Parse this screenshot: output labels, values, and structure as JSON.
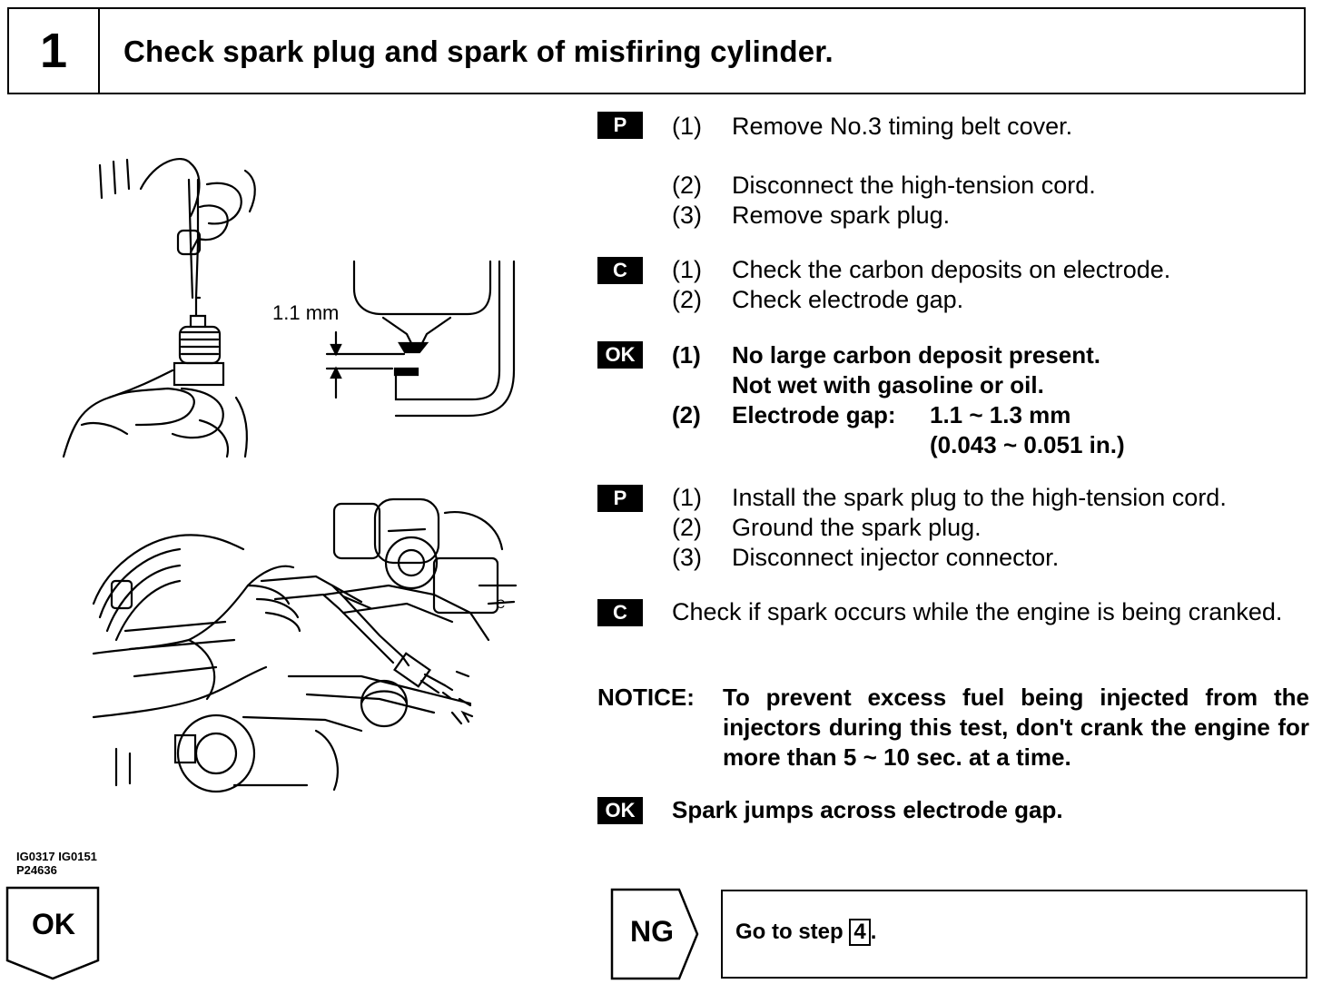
{
  "header": {
    "step_number": "1",
    "title": "Check spark plug and spark of misfiring cylinder."
  },
  "sections": {
    "p1": {
      "badge": "P",
      "items": [
        {
          "n": "(1)",
          "t": "Remove No.3 timing belt cover."
        },
        {
          "n": "(2)",
          "t": "Disconnect the high-tension cord."
        },
        {
          "n": "(3)",
          "t": "Remove spark plug."
        }
      ]
    },
    "c1": {
      "badge": "C",
      "items": [
        {
          "n": "(1)",
          "t": "Check the carbon deposits on electrode."
        },
        {
          "n": "(2)",
          "t": "Check electrode gap."
        }
      ]
    },
    "ok1": {
      "badge": "OK",
      "n1": "(1)",
      "l1": "No large carbon deposit present.",
      "l2": "Not wet with gasoline or oil.",
      "n2": "(2)",
      "gap_label": "Electrode gap:",
      "gap_value": "1.1 ~ 1.3 mm",
      "gap_inch": "(0.043 ~ 0.051 in.)"
    },
    "p2": {
      "badge": "P",
      "items": [
        {
          "n": "(1)",
          "t": "Install the spark plug to the high-tension cord."
        },
        {
          "n": "(2)",
          "t": "Ground the spark plug."
        },
        {
          "n": "(3)",
          "t": "Disconnect injector connector."
        }
      ]
    },
    "c2": {
      "badge": "C",
      "text": "Check if spark occurs while the engine is being cranked."
    },
    "notice": {
      "label": "NOTICE:",
      "text": "To prevent excess fuel being injected from the injectors during this test, don't crank the engine for more than 5 ~ 10 sec. at a time."
    },
    "ok2": {
      "badge": "OK",
      "text": "Spark jumps across electrode gap."
    }
  },
  "figure": {
    "gap_label": "1.1 mm",
    "codes": [
      "IG0317 IG0151",
      "P24636"
    ]
  },
  "footer": {
    "ok_label": "OK",
    "ng_label": "NG",
    "ng_text": "Go to step",
    "ng_step": "4",
    "ng_period": "."
  }
}
